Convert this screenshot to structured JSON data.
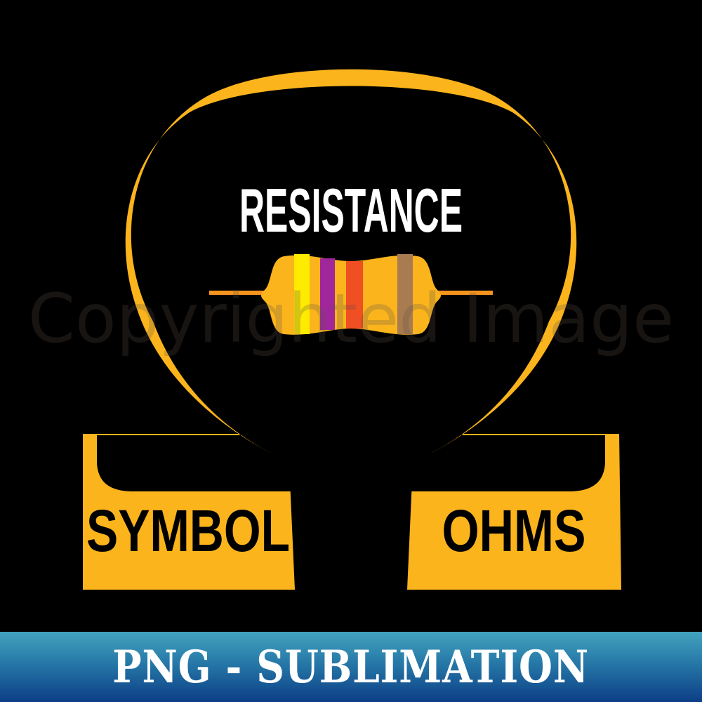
{
  "design": {
    "title": "RESISTANCE",
    "left_label": "SYMBOL",
    "right_label": "OHMS",
    "symbol": "omega-icon",
    "watermark": "Copyrighted Image",
    "colors": {
      "background": "#000000",
      "omega": "#FBB41C",
      "title_text": "#FFFFFF",
      "label_text": "#000000",
      "resistor_body": "#FBB41C",
      "resistor_leads": "#F7941D"
    },
    "resistor_bands": [
      {
        "name": "yellow",
        "color": "#FFEB00"
      },
      {
        "name": "violet",
        "color": "#A0279A"
      },
      {
        "name": "red-orange",
        "color": "#F04E23"
      },
      {
        "name": "brown",
        "color": "#A87B50"
      }
    ]
  },
  "banner": {
    "text": "PNG - SUBLIMATION",
    "gradient_top": "#43A3BD",
    "gradient_bottom": "#0C3E86"
  }
}
